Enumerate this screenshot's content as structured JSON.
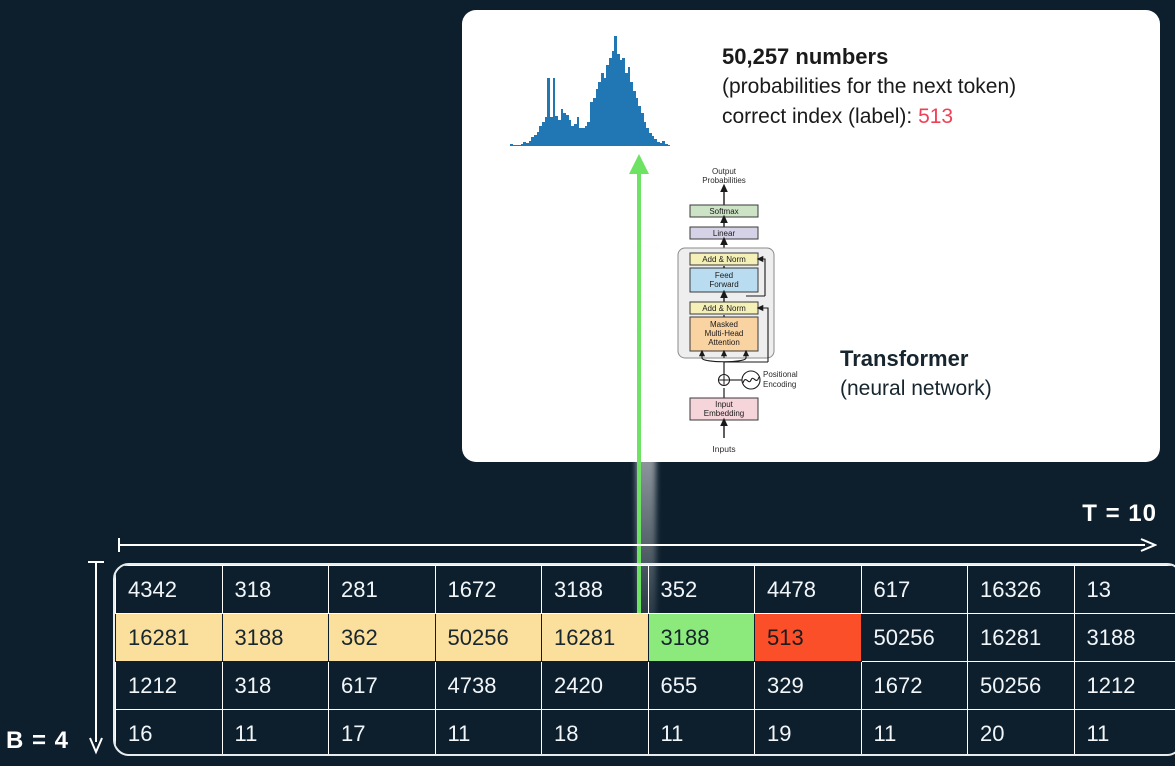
{
  "background_color": "#0d1f2d",
  "card": {
    "histogram": {
      "bar_color": "#2077b4",
      "values": [
        2,
        1,
        1,
        1,
        2,
        4,
        3,
        5,
        8,
        10,
        13,
        18,
        22,
        26,
        62,
        26,
        62,
        27,
        24,
        34,
        30,
        28,
        24,
        18,
        20,
        26,
        16,
        16,
        18,
        22,
        40,
        44,
        52,
        58,
        66,
        62,
        74,
        80,
        86,
        100,
        84,
        78,
        80,
        66,
        72,
        58,
        50,
        44,
        36,
        30,
        22,
        16,
        12,
        9,
        6,
        4,
        3,
        5,
        2,
        1
      ]
    },
    "caption": {
      "line1": "50,257 numbers",
      "line2": "(probabilities for the next token)",
      "line3_prefix": "correct index (label): ",
      "line3_value": "513",
      "label_color": "#f04055"
    },
    "transformer_diagram": {
      "top_label": "Output\nProbabilities",
      "blocks": [
        {
          "name": "softmax",
          "label": "Softmax",
          "color": "#cde3c6"
        },
        {
          "name": "linear",
          "label": "Linear",
          "color": "#d5d2e8"
        },
        {
          "name": "add-norm-top",
          "label": "Add & Norm",
          "color": "#f5f0b8"
        },
        {
          "name": "feed-forward",
          "label": "Feed\nForward",
          "color": "#b9dcf0"
        },
        {
          "name": "add-norm-bottom",
          "label": "Add & Norm",
          "color": "#f5f0b8"
        },
        {
          "name": "masked-attention",
          "label": "Masked\nMulti-Head\nAttention",
          "color": "#f9d3a2"
        },
        {
          "name": "input-embedding",
          "label": "Input\nEmbedding",
          "color": "#f5d4da"
        }
      ],
      "positional_encoding_label": "Positional\nEncoding",
      "inputs_label": "Inputs"
    },
    "transformer_caption": {
      "line1": "Transformer",
      "line2": "(neural network)"
    }
  },
  "axes": {
    "t_label": "T = 10",
    "b_label": "B = 4",
    "arrow_color": "#ffffff"
  },
  "token_table": {
    "rows": [
      {
        "cells": [
          "4342",
          "318",
          "281",
          "1672",
          "3188",
          "352",
          "4478",
          "617",
          "16326",
          "13"
        ],
        "styles": [
          "",
          "",
          "",
          "",
          "",
          "",
          "",
          "",
          "",
          ""
        ]
      },
      {
        "cells": [
          "16281",
          "3188",
          "362",
          "50256",
          "16281",
          "3188",
          "513",
          "50256",
          "16281",
          "3188"
        ],
        "styles": [
          "hl-row",
          "hl-row",
          "hl-row",
          "hl-row",
          "hl-row",
          "hl-green",
          "hl-red",
          "",
          "",
          ""
        ]
      },
      {
        "cells": [
          "1212",
          "318",
          "617",
          "4738",
          "2420",
          "655",
          "329",
          "1672",
          "50256",
          "1212"
        ],
        "styles": [
          "",
          "",
          "",
          "",
          "",
          "",
          "",
          "",
          "",
          ""
        ]
      },
      {
        "cells": [
          "16",
          "11",
          "17",
          "11",
          "18",
          "11",
          "19",
          "11",
          "20",
          "11"
        ],
        "styles": [
          "",
          "",
          "",
          "",
          "",
          "",
          "",
          "",
          "",
          ""
        ]
      }
    ],
    "highlight_colors": {
      "row": "#fbdf9d",
      "green": "#8cea7c",
      "red": "#fb4f2a"
    }
  }
}
